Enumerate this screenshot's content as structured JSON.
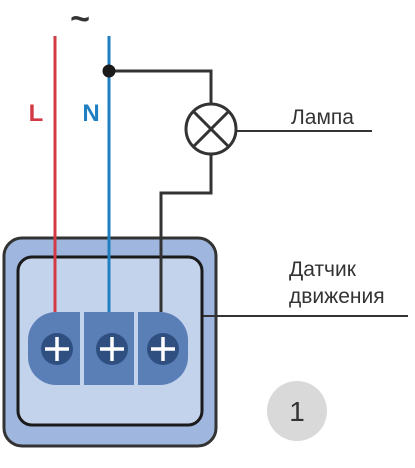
{
  "diagram": {
    "ac_symbol": "~",
    "live_label": "L",
    "neutral_label": "N",
    "lamp_label": "Лампа",
    "sensor_label_line1": "Датчик",
    "sensor_label_line2": "движения",
    "figure_number": "1"
  },
  "colors": {
    "live_wire": "#d23a45",
    "neutral_wire": "#1f7fc0",
    "load_wire": "#333333",
    "housing_fill": "#9fb7de",
    "housing_inner": "#c4d3ec",
    "terminal_block": "#5a7fb7",
    "terminal_screw": "#2e4f80",
    "badge_fill": "#d9d9d9"
  },
  "icons": {
    "lamp": "lamp-cross-circle-icon",
    "screw": "plus-screw-icon"
  }
}
